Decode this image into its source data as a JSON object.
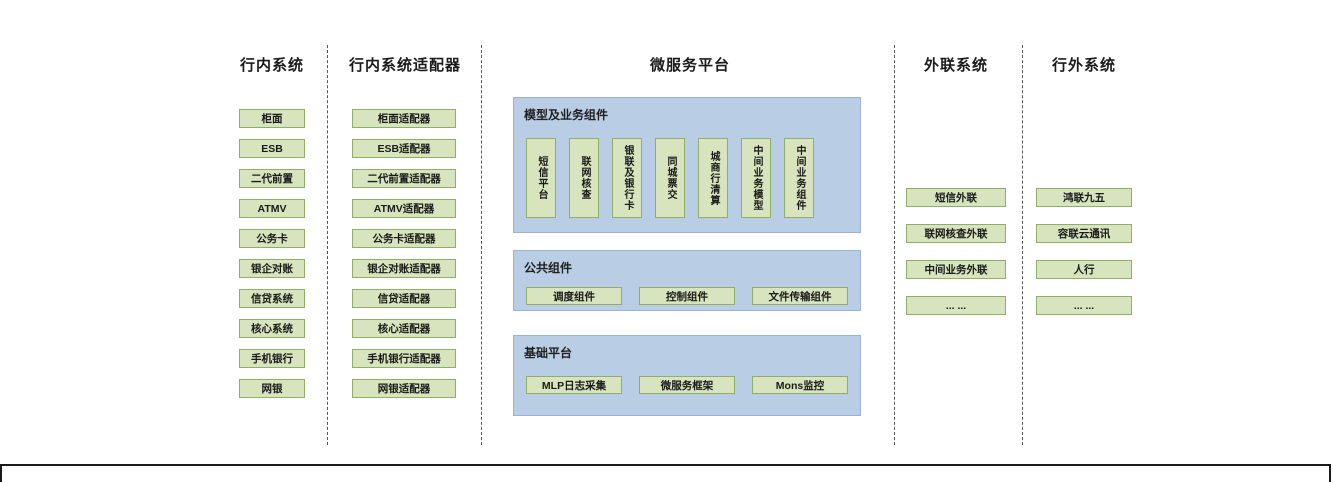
{
  "colors": {
    "box_fill": "#d7e4bd",
    "box_border": "#8fae67",
    "panel_fill": "#b9cde5",
    "panel_border": "#9ab3d5"
  },
  "columns": {
    "internal": {
      "title": "行内系统",
      "items": [
        "柜面",
        "ESB",
        "二代前置",
        "ATMV",
        "公务卡",
        "银企对账",
        "信贷系统",
        "核心系统",
        "手机银行",
        "网银"
      ]
    },
    "adapters": {
      "title": "行内系统适配器",
      "items": [
        "柜面适配器",
        "ESB适配器",
        "二代前置适配器",
        "ATMV适配器",
        "公务卡适配器",
        "银企对账适配器",
        "信贷适配器",
        "核心适配器",
        "手机银行适配器",
        "网银适配器"
      ]
    },
    "platform": {
      "title": "微服务平台",
      "panels": [
        {
          "title": "模型及业务组件",
          "items": [
            "短信平台",
            "联网核查",
            "银联及银行卡",
            "同城票交",
            "城商行清算",
            "中间业务模型",
            "中间业务组件"
          ]
        },
        {
          "title": "公共组件",
          "items": [
            "调度组件",
            "控制组件",
            "文件传输组件"
          ]
        },
        {
          "title": "基础平台",
          "items": [
            "MLP日志采集",
            "微服务框架",
            "Mons监控"
          ]
        }
      ]
    },
    "external_link": {
      "title": "外联系统",
      "items": [
        "短信外联",
        "联网核查外联",
        "中间业务外联",
        "... ..."
      ]
    },
    "external": {
      "title": "行外系统",
      "items": [
        "鸿联九五",
        "容联云通讯",
        "人行",
        "... ..."
      ]
    }
  }
}
